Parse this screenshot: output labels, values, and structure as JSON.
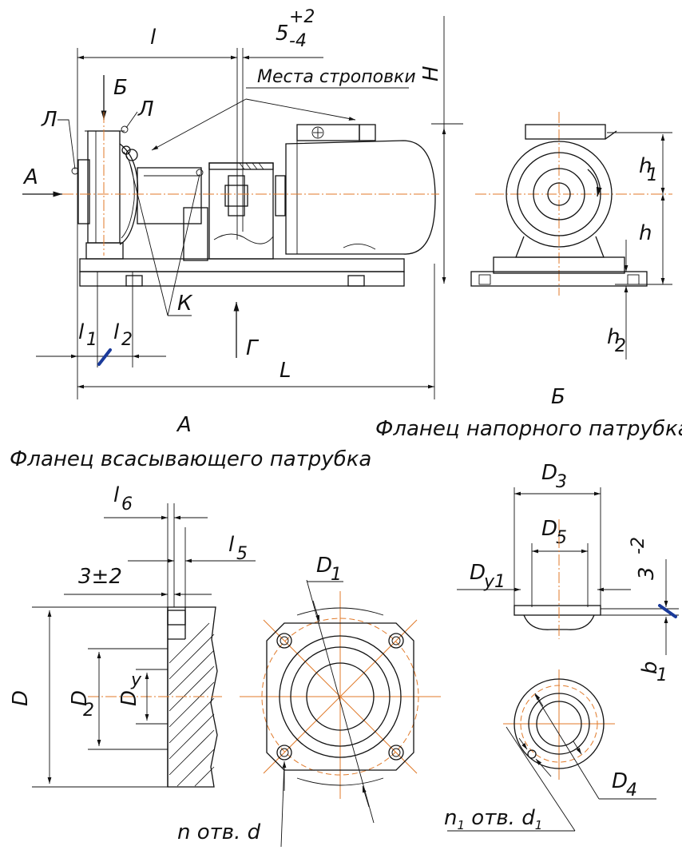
{
  "side_view": {
    "dim_l": "l",
    "dim_gap": "5",
    "dim_gap_sup": "+2",
    "dim_gap_sub": "-4",
    "dim_H": "H",
    "sling_label": "Места строповки",
    "view_B": "Б",
    "view_A": "А",
    "label_L1": "Л",
    "label_L2": "Л",
    "label_K": "К",
    "dim_l1": "l",
    "dim_l1_sub": "1",
    "dim_l2": "l",
    "dim_l2_sub": "2",
    "view_G": "Г",
    "dim_L": "L"
  },
  "end_view": {
    "dim_h1": "h",
    "dim_h1_sub": "1",
    "dim_h": "h",
    "dim_h2": "h",
    "dim_h2_sub": "2"
  },
  "flange_suction": {
    "view_label": "А",
    "title": "Фланец всасывающего патрубка",
    "dim_l6": "l",
    "dim_l6_sub": "6",
    "dim_l5": "l",
    "dim_l5_sub": "5",
    "dim_3pm2": "3±2",
    "dim_D": "D",
    "dim_D2": "D",
    "dim_D2_sub": "2",
    "dim_Dy": "D",
    "dim_Dy_sub": "у",
    "dim_D1": "D",
    "dim_D1_sub": "1",
    "holes": "n отв. d"
  },
  "flange_discharge": {
    "view_label": "Б",
    "title": "Фланец напорного патрубка",
    "dim_D3": "D",
    "dim_D3_sub": "3",
    "dim_D5": "D",
    "dim_D5_sub": "5",
    "dim_Dy1": "D",
    "dim_Dy1_sub": "у1",
    "dim_3m2": "3",
    "dim_3m2_sub": "-2",
    "dim_b1": "b",
    "dim_b1_sub": "1",
    "dim_D4": "D",
    "dim_D4_sub": "4",
    "holes_n1": "n",
    "holes_n1_sub": "1",
    "holes_mid": " отв. ",
    "holes_d1": "d",
    "holes_d1_sub": "1"
  },
  "colors": {
    "center_line": "#e07a2a",
    "marker": "#1a3a9a",
    "ink": "#111111"
  }
}
